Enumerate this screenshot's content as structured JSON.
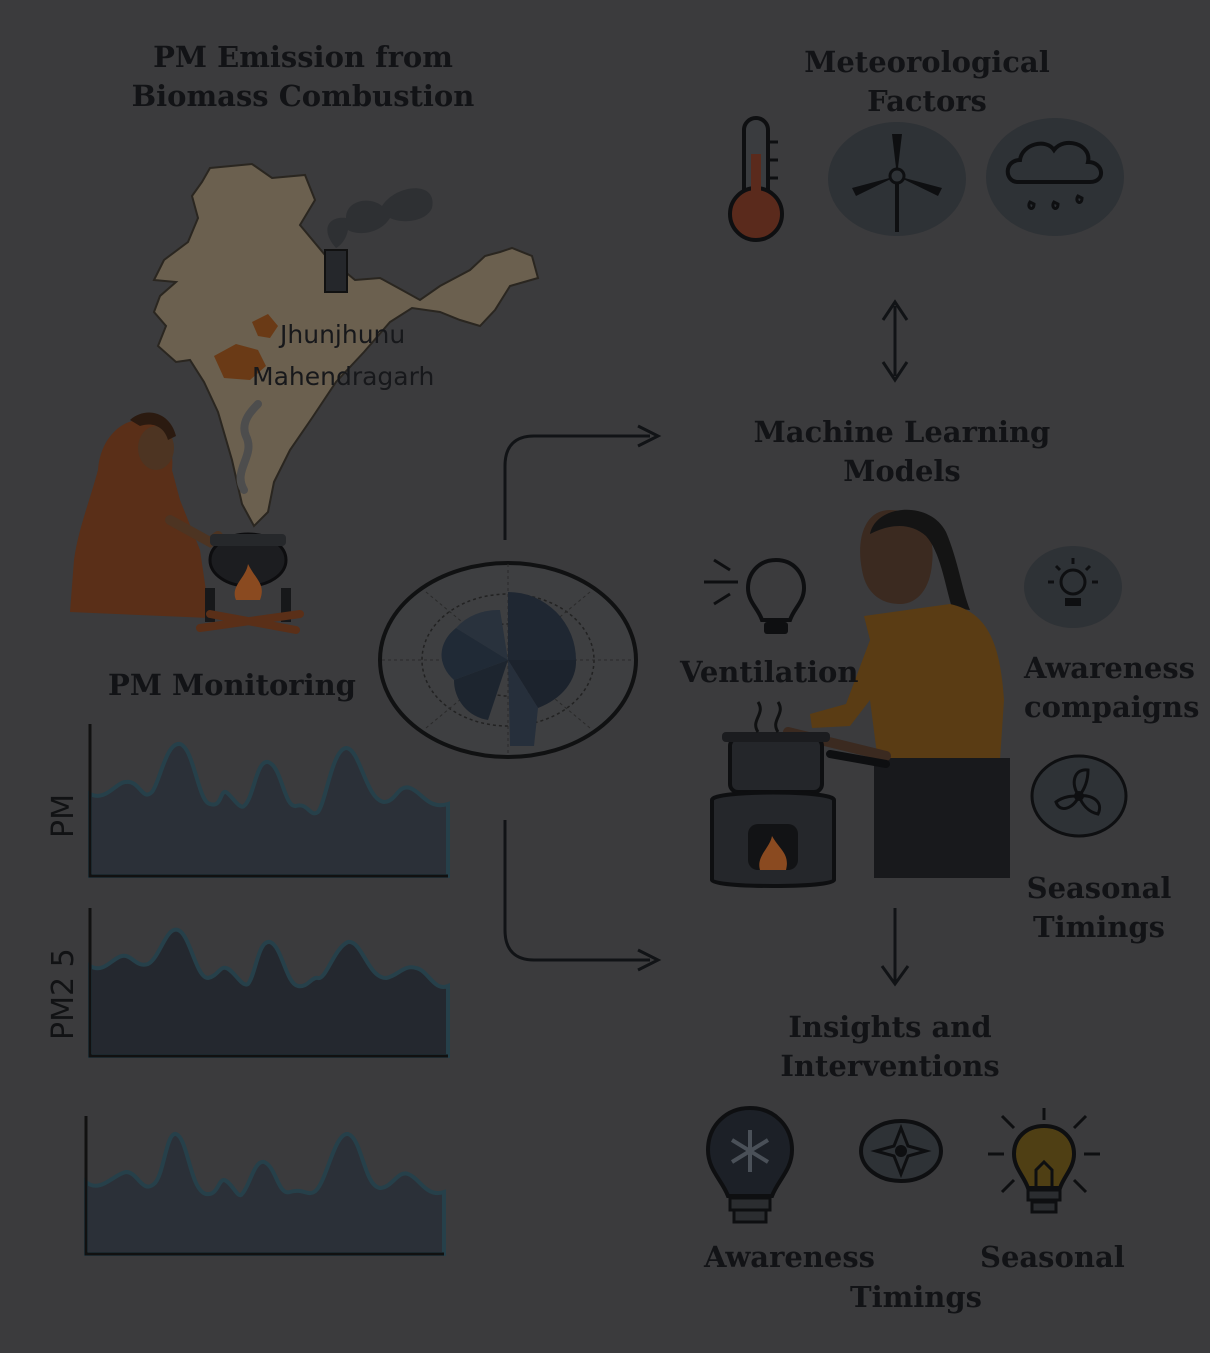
{
  "sections": {
    "emission": {
      "title_line1": "PM Emission from",
      "title_line2": "Biomass Combustion"
    },
    "meteorological": {
      "title_line1": "Meteorological",
      "title_line2": "Factors"
    },
    "ml_models": {
      "title_line1": "Machine Learning",
      "title_line2": "Models"
    },
    "monitoring": {
      "title": "PM Monitoring"
    },
    "insights": {
      "title_line1": "Insights and",
      "title_line2": "Interventions"
    }
  },
  "map_labels": {
    "district1": "Jhunjhunu",
    "district2": "Mahendragarh"
  },
  "plot_labels": {
    "pm": "PM",
    "pm25": "PM2 5"
  },
  "intervention_labels": {
    "ventilation": "Ventilation",
    "awareness_l1": "Awareness",
    "awareness_l2": "compaigns",
    "seasonal_l1": "Seasonal",
    "seasonal_l2": "Timings"
  },
  "bottom_labels": {
    "awareness": "Awareness",
    "seasonal": "Seasonal",
    "timings": "Timings"
  },
  "icons": [
    "thermometer-icon",
    "wind-turbine-icon",
    "rain-cloud-icon",
    "lightbulb-icon",
    "fan-icon",
    "compass-icon",
    "chimney-icon",
    "cooking-stove-icon"
  ],
  "colors": {
    "background": "#3b3b3d",
    "map": "#6b604f",
    "ink": "#121316",
    "flame": "#8a4a20",
    "wave_fill": "#2b3038",
    "wave_line": "#26404a"
  }
}
